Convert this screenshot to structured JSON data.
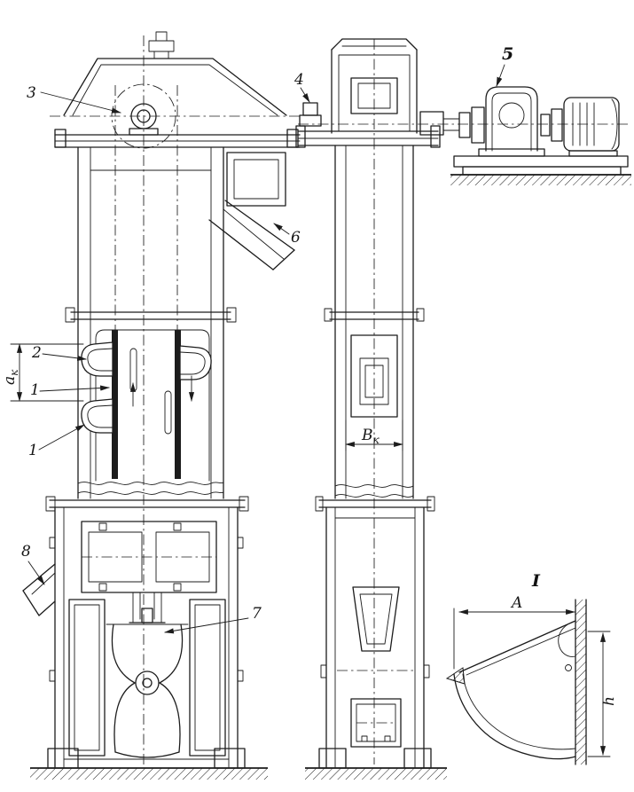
{
  "callouts": {
    "n1_belt": "1",
    "n1_bucket": "1",
    "n2": "2",
    "n3": "3",
    "n4": "4",
    "n5": "5",
    "n6": "6",
    "n7": "7",
    "n8": "8",
    "detail_mark": "I"
  },
  "dimensions": {
    "bucket_pitch_base": "a",
    "bucket_pitch_sub": "к",
    "casing_width_base": "B",
    "casing_width_sub": "к",
    "bucket_projection": "A",
    "bucket_height": "h"
  },
  "colors": {
    "ink": "#1c1c1c",
    "paper": "#ffffff"
  }
}
